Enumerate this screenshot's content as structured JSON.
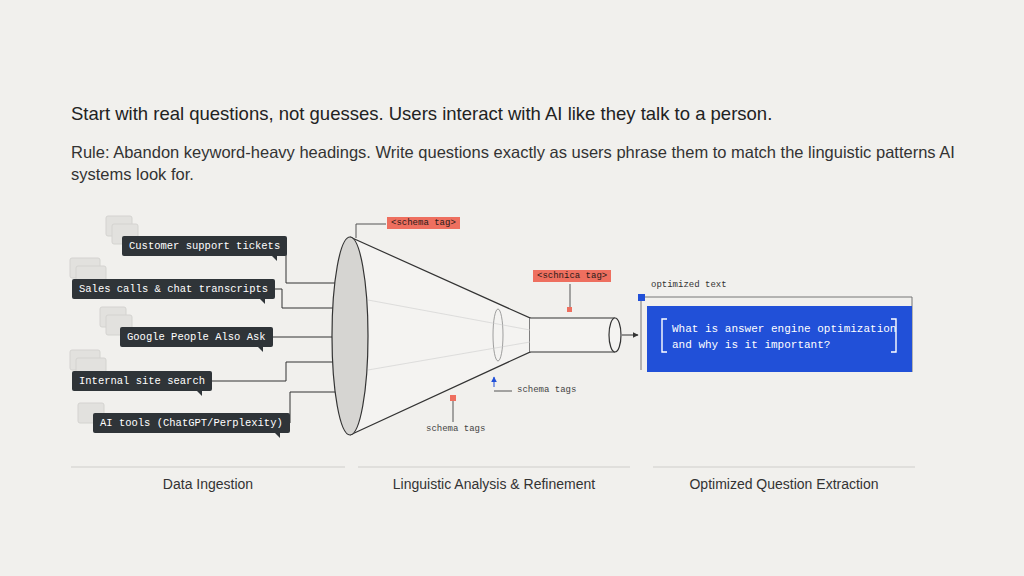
{
  "diagram": {
    "title": "Start with real questions, not guesses. Users interact with AI like they talk to a person.",
    "nodes": [
      {
        "text": [
          "Customer support tickets"
        ]
      },
      {
        "text": [
          "Sales calls & chat transcripts"
        ]
      },
      {
        "text": [
          "Google People Also Ask"
        ]
      },
      {
        "text": [
          "Internal site search"
        ]
      },
      {
        "text": [
          "AI tools (ChatGPT/Perplexity)"
        ]
      },
      {
        "text": [
          "<schema tag>"
        ]
      },
      {
        "text": [
          "<schnica tag>"
        ]
      },
      {
        "text": [
          "optimized text",
          "What is answer engine optimization and why is it important?"
        ]
      }
    ],
    "labels": [
      "Rule: Abandon keyword-heavy headings. Write questions exactly as users phrase them to match the linguistic patterns AI systems look for.",
      "schema tags",
      "schema tags",
      "Data Ingestion",
      "Linguistic Analysis & Refinement",
      "Optimized Question Extraction"
    ]
  }
}
